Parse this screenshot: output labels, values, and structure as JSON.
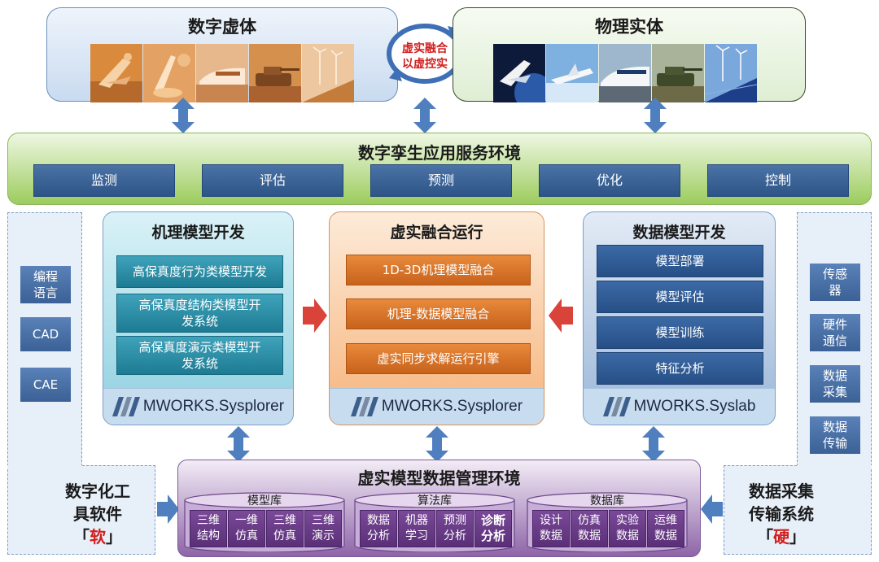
{
  "digital_entity": {
    "title": "数字虚体"
  },
  "physical_entity": {
    "title": "物理实体"
  },
  "cycle": {
    "line1": "虚实融合",
    "line2": "以虚控实"
  },
  "service_env": {
    "title": "数字孪生应用服务环境",
    "buttons": [
      "监测",
      "评估",
      "预测",
      "优化",
      "控制"
    ]
  },
  "left_panel": {
    "buttons": [
      [
        "编程",
        "语言"
      ],
      [
        "CAD"
      ],
      [
        "CAE"
      ]
    ],
    "label_line1": "数字化工",
    "label_line2": "具软件",
    "label_line3_left": "「",
    "label_line3_red": "软",
    "label_line3_right": "」"
  },
  "right_panel": {
    "buttons": [
      [
        "传感",
        "器"
      ],
      [
        "硬件",
        "通信"
      ],
      [
        "数据",
        "采集"
      ],
      [
        "数据",
        "传输"
      ]
    ],
    "label_line1": "数据采集",
    "label_line2": "传输系统",
    "label_line3_left": "「",
    "label_line3_red": "硬",
    "label_line3_right": "」"
  },
  "mechanism_dev": {
    "title": "机理模型开发",
    "items": [
      [
        "高保真度行为类模型开发"
      ],
      [
        "高保真度结构类模型开",
        "发系统"
      ],
      [
        "高保真度演示类模型开",
        "发系统"
      ]
    ],
    "logo": "MWORKS.Sysplorer"
  },
  "fusion_run": {
    "title": "虚实融合运行",
    "items": [
      "1D-3D机理模型融合",
      "机理-数据模型融合",
      "虚实同步求解运行引擎"
    ],
    "logo": "MWORKS.Sysplorer"
  },
  "data_dev": {
    "title": "数据模型开发",
    "items": [
      "模型部署",
      "模型评估",
      "模型训练",
      "特征分析"
    ],
    "logo": "MWORKS.Syslab"
  },
  "mgmt_env": {
    "title": "虚实模型数据管理环境",
    "libraries": [
      {
        "label": "模型库",
        "items": [
          [
            "三维",
            "结构"
          ],
          [
            "一维",
            "仿真"
          ],
          [
            "三维",
            "仿真"
          ],
          [
            "三维",
            "演示"
          ]
        ]
      },
      {
        "label": "算法库",
        "items": [
          [
            "数据",
            "分析"
          ],
          [
            "机器",
            "学习"
          ],
          [
            "预测",
            "分析"
          ],
          [
            "诊断",
            "分析"
          ]
        ]
      },
      {
        "label": "数据库",
        "items": [
          [
            "设计",
            "数据"
          ],
          [
            "仿真",
            "数据"
          ],
          [
            "实验",
            "数据"
          ],
          [
            "运维",
            "数据"
          ]
        ]
      }
    ]
  },
  "colors": {
    "arrow_blue": "#4f7fbf",
    "arrow_red": "#d9433a",
    "accent_red": "#d21f1f"
  }
}
